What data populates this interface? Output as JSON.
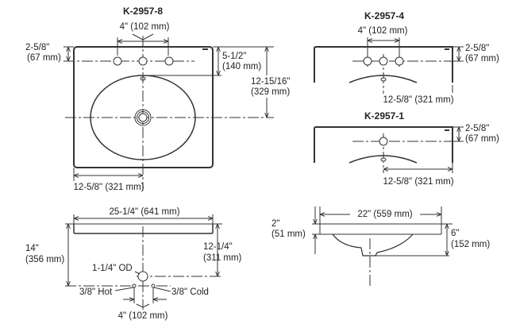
{
  "top_view": {
    "title": "K-2957-8",
    "hole_spacing": "4\" (102 mm)",
    "hole_offset_in": "2-5/8\"",
    "hole_offset_mm": "(67 mm)",
    "overflow_in": "5-1/2\"",
    "overflow_mm": "(140 mm)",
    "drain_depth_in": "12-15/16\"",
    "drain_depth_mm": "(329 mm)",
    "half_width": "12-5/8\" (321 mm)"
  },
  "k4_view": {
    "title": "K-2957-4",
    "hole_spacing": "4\" (102 mm)",
    "hole_offset_in": "2-5/8\"",
    "hole_offset_mm": "(67 mm)",
    "half_width": "12-5/8\" (321 mm)"
  },
  "k1_view": {
    "title": "K-2957-1",
    "hole_offset_in": "2-5/8\"",
    "hole_offset_mm": "(67 mm)",
    "half_width": "12-5/8\" (321 mm)"
  },
  "front_view": {
    "overall_width": "25-1/4\" (641 mm)",
    "supply_height_in": "14\"",
    "supply_height_mm": "(356 mm)",
    "drain_height_in": "12-1/4\"",
    "drain_height_mm": "(311 mm)",
    "drain_od": "1-1/4\" OD",
    "hot": "3/8\" Hot",
    "cold": "3/8\" Cold",
    "supply_spacing": "4\" (102 mm)"
  },
  "side_view": {
    "bowl_width": "22\" (559 mm)",
    "rim_in": "2\"",
    "rim_mm": "(51 mm)",
    "depth_in": "6\"",
    "depth_mm": "(152 mm)"
  }
}
